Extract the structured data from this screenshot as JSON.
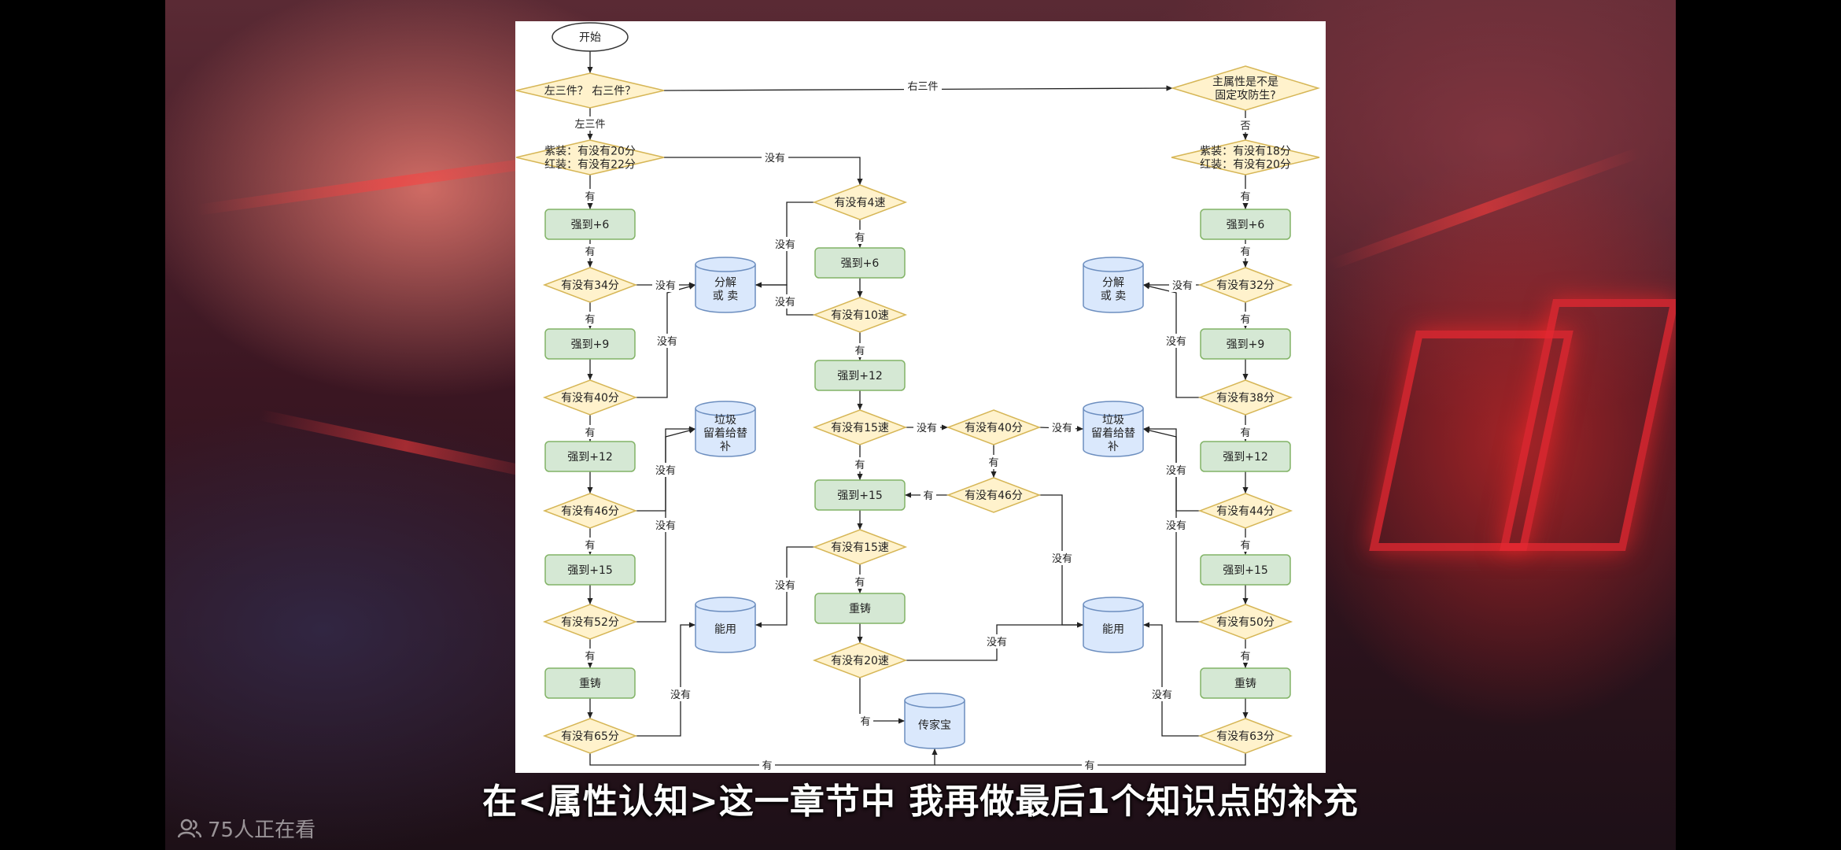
{
  "subtitle": "在<属性认知>这一章节中 我再做最后1个知识点的补充",
  "viewers": "75人正在看",
  "colors": {
    "process_fill": "#d5e8d4",
    "process_stroke": "#82b366",
    "decision_fill": "#fff2cc",
    "decision_stroke": "#d6b656",
    "store_fill": "#dae8fc",
    "store_stroke": "#6c8ebf",
    "edge": "#222222"
  },
  "flowchart": {
    "nodes": {
      "start": {
        "shape": "ellipse",
        "label": "开始"
      },
      "choose": {
        "shape": "decision",
        "label": "左三件？ 右三件？"
      },
      "right_main": {
        "shape": "decision",
        "label": "主属性是不是\n固定攻防生?"
      },
      "L_init": {
        "shape": "decision",
        "label": "紫装：有没有20分\n红装：有没有22分"
      },
      "R_init": {
        "shape": "decision",
        "label": "紫装：有没有18分\n红装：有没有20分"
      },
      "M_spd4": {
        "shape": "decision",
        "label": "有没有4速"
      },
      "L_e6": {
        "shape": "process",
        "label": "强到+6"
      },
      "R_e6": {
        "shape": "process",
        "label": "强到+6"
      },
      "M_e6": {
        "shape": "process",
        "label": "强到+6"
      },
      "L_s34": {
        "shape": "decision",
        "label": "有没有34分"
      },
      "R_s32": {
        "shape": "decision",
        "label": "有没有32分"
      },
      "M_spd10": {
        "shape": "decision",
        "label": "有没有10速"
      },
      "L_sell": {
        "shape": "store",
        "label": "分解\n或 卖"
      },
      "R_sell": {
        "shape": "store",
        "label": "分解\n或 卖"
      },
      "L_e9": {
        "shape": "process",
        "label": "强到+9"
      },
      "R_e9": {
        "shape": "process",
        "label": "强到+9"
      },
      "M_e12": {
        "shape": "process",
        "label": "强到+12"
      },
      "L_s40": {
        "shape": "decision",
        "label": "有没有40分"
      },
      "R_s38": {
        "shape": "decision",
        "label": "有没有38分"
      },
      "M_spd15a": {
        "shape": "decision",
        "label": "有没有15速"
      },
      "M_s40": {
        "shape": "decision",
        "label": "有没有40分"
      },
      "L_junk": {
        "shape": "store",
        "label": "垃圾\n留着给替\n补"
      },
      "R_junk": {
        "shape": "store",
        "label": "垃圾\n留着给替\n补"
      },
      "L_e12": {
        "shape": "process",
        "label": "强到+12"
      },
      "R_e12": {
        "shape": "process",
        "label": "强到+12"
      },
      "M_e15": {
        "shape": "process",
        "label": "强到+15"
      },
      "M_s46": {
        "shape": "decision",
        "label": "有没有46分"
      },
      "L_s46": {
        "shape": "decision",
        "label": "有没有46分"
      },
      "R_s44": {
        "shape": "decision",
        "label": "有没有44分"
      },
      "M_spd15b": {
        "shape": "decision",
        "label": "有没有15速"
      },
      "L_e15": {
        "shape": "process",
        "label": "强到+15"
      },
      "R_e15": {
        "shape": "process",
        "label": "强到+15"
      },
      "L_s52": {
        "shape": "decision",
        "label": "有没有52分"
      },
      "R_s50": {
        "shape": "decision",
        "label": "有没有50分"
      },
      "L_use": {
        "shape": "store",
        "label": "能用"
      },
      "R_use": {
        "shape": "store",
        "label": "能用"
      },
      "M_reforge": {
        "shape": "process",
        "label": "重铸"
      },
      "L_reforge": {
        "shape": "process",
        "label": "重铸"
      },
      "R_reforge": {
        "shape": "process",
        "label": "重铸"
      },
      "M_spd20": {
        "shape": "decision",
        "label": "有没有20速"
      },
      "heirloom": {
        "shape": "store",
        "label": "传家宝"
      },
      "L_s65": {
        "shape": "decision",
        "label": "有没有65分"
      },
      "R_s63": {
        "shape": "decision",
        "label": "有没有63分"
      }
    },
    "edges": [
      {
        "from": "start",
        "to": "choose",
        "label": ""
      },
      {
        "from": "choose",
        "to": "right_main",
        "label": "右三件"
      },
      {
        "from": "choose",
        "to": "L_init",
        "label": "左三件"
      },
      {
        "from": "right_main",
        "to": "R_init",
        "label": "否"
      },
      {
        "from": "L_init",
        "to": "L_e6",
        "label": "有"
      },
      {
        "from": "L_init",
        "to": "M_spd4",
        "label": "没有"
      },
      {
        "from": "R_init",
        "to": "R_e6",
        "label": "有"
      },
      {
        "from": "M_spd4",
        "to": "M_e6",
        "label": "有"
      },
      {
        "from": "M_spd4",
        "to": "L_sell",
        "label": "没有"
      },
      {
        "from": "M_e6",
        "to": "M_spd10",
        "label": ""
      },
      {
        "from": "M_spd10",
        "to": "L_sell",
        "label": "没有"
      },
      {
        "from": "M_spd10",
        "to": "M_e12",
        "label": "有"
      },
      {
        "from": "L_e6",
        "to": "L_s34",
        "label": "有"
      },
      {
        "from": "L_s34",
        "to": "L_sell",
        "label": "没有"
      },
      {
        "from": "L_s34",
        "to": "L_e9",
        "label": "有"
      },
      {
        "from": "L_e9",
        "to": "L_s40",
        "label": ""
      },
      {
        "from": "L_s40",
        "to": "L_sell",
        "label": "没有"
      },
      {
        "from": "L_s40",
        "to": "L_e12",
        "label": "有"
      },
      {
        "from": "L_e12",
        "to": "L_s46",
        "label": ""
      },
      {
        "from": "L_s46",
        "to": "L_junk",
        "label": "没有"
      },
      {
        "from": "L_s46",
        "to": "L_e15",
        "label": "有"
      },
      {
        "from": "L_e15",
        "to": "L_s52",
        "label": ""
      },
      {
        "from": "L_s52",
        "to": "L_junk",
        "label": "没有"
      },
      {
        "from": "L_s52",
        "to": "L_reforge",
        "label": "有"
      },
      {
        "from": "L_reforge",
        "to": "L_s65",
        "label": ""
      },
      {
        "from": "L_s65",
        "to": "L_use",
        "label": "没有"
      },
      {
        "from": "L_s65",
        "to": "heirloom",
        "label": "有"
      },
      {
        "from": "M_e12",
        "to": "M_spd15a",
        "label": ""
      },
      {
        "from": "M_spd15a",
        "to": "M_s40",
        "label": "没有"
      },
      {
        "from": "M_spd15a",
        "to": "M_e15",
        "label": "有"
      },
      {
        "from": "M_s40",
        "to": "M_junk_ref",
        "label": "没有"
      },
      {
        "from": "M_s40",
        "to": "M_s46",
        "label": "有"
      },
      {
        "from": "M_s46",
        "to": "M_e15",
        "label": "有"
      },
      {
        "from": "M_s46",
        "to": "R_use",
        "label": "没有"
      },
      {
        "from": "M_e15",
        "to": "M_spd15b",
        "label": ""
      },
      {
        "from": "M_spd15b",
        "to": "L_use",
        "label": "没有"
      },
      {
        "from": "M_spd15b",
        "to": "M_reforge",
        "label": "有"
      },
      {
        "from": "M_reforge",
        "to": "M_spd20",
        "label": ""
      },
      {
        "from": "M_spd20",
        "to": "R_use",
        "label": "没有"
      },
      {
        "from": "M_spd20",
        "to": "heirloom",
        "label": "有"
      },
      {
        "from": "R_e6",
        "to": "R_s32",
        "label": "有"
      },
      {
        "from": "R_s32",
        "to": "R_sell",
        "label": "没有"
      },
      {
        "from": "R_s32",
        "to": "R_e9",
        "label": "有"
      },
      {
        "from": "R_e9",
        "to": "R_s38",
        "label": ""
      },
      {
        "from": "R_s38",
        "to": "R_sell",
        "label": "没有"
      },
      {
        "from": "R_s38",
        "to": "R_e12",
        "label": "有"
      },
      {
        "from": "R_e12",
        "to": "R_s44",
        "label": ""
      },
      {
        "from": "R_s44",
        "to": "R_junk",
        "label": "没有"
      },
      {
        "from": "R_s44",
        "to": "R_e15",
        "label": "有"
      },
      {
        "from": "R_e15",
        "to": "R_s50",
        "label": ""
      },
      {
        "from": "R_s50",
        "to": "R_junk",
        "label": "没有"
      },
      {
        "from": "R_s50",
        "to": "R_reforge",
        "label": "有"
      },
      {
        "from": "R_reforge",
        "to": "R_s63",
        "label": ""
      },
      {
        "from": "R_s63",
        "to": "R_use",
        "label": "没有"
      },
      {
        "from": "R_s63",
        "to": "heirloom",
        "label": "有"
      }
    ]
  }
}
